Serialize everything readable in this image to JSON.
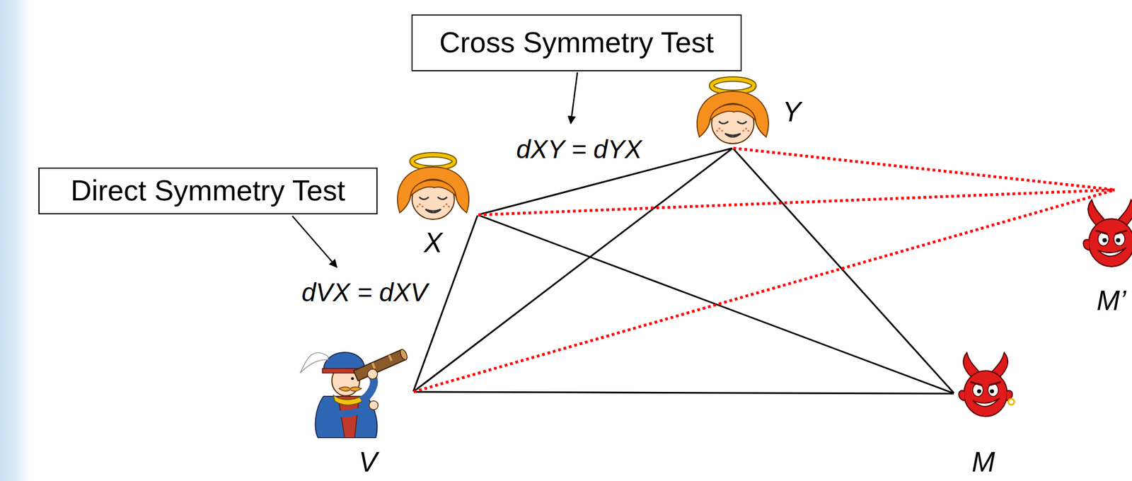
{
  "diagram": {
    "nodes": [
      {
        "text": [
          "Cross Symmetry Test"
        ]
      },
      {
        "text": [
          "Y"
        ]
      },
      {
        "text": [
          "Direct Symmetry Test"
        ]
      },
      {
        "text": [
          "X"
        ]
      },
      {
        "text": [
          "M’"
        ]
      },
      {
        "text": [
          "V"
        ]
      },
      {
        "text": [
          "M"
        ]
      }
    ],
    "edges": [
      {
        "from": 3,
        "to": 1,
        "arrow": "none"
      },
      {
        "from": 3,
        "to": 5,
        "arrow": "none"
      },
      {
        "from": 3,
        "to": 6,
        "arrow": "none"
      },
      {
        "from": 1,
        "to": 5,
        "arrow": "none"
      },
      {
        "from": 1,
        "to": 6,
        "arrow": "none"
      },
      {
        "from": 5,
        "to": 6,
        "arrow": "none"
      },
      {
        "from": 1,
        "to": 4,
        "arrow": "none"
      },
      {
        "from": 3,
        "to": 4,
        "arrow": "none"
      },
      {
        "from": 5,
        "to": 4,
        "arrow": "none"
      }
    ],
    "labels": [
      "dXY = dYX",
      "dVX = dXV"
    ]
  }
}
